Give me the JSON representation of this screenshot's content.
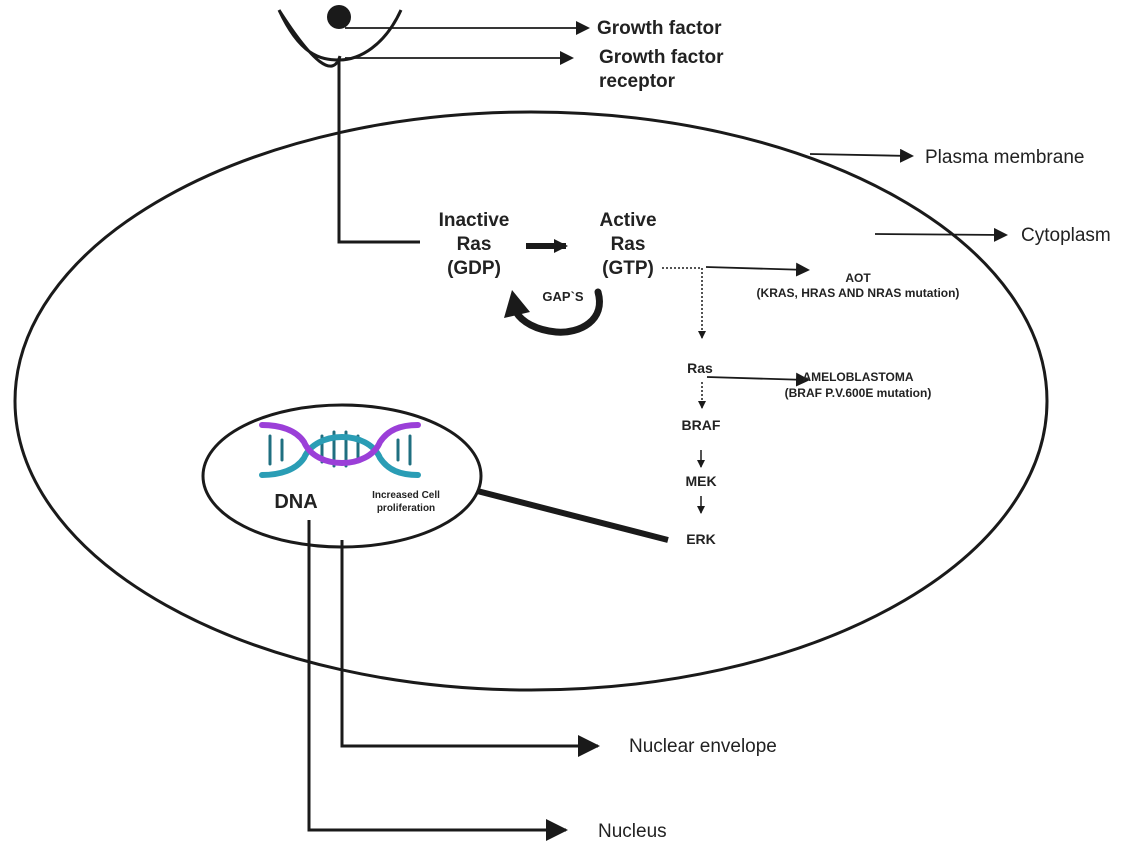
{
  "labels": {
    "growth_factor": "Growth factor",
    "growth_factor_receptor_line1": "Growth factor",
    "growth_factor_receptor_line2": "receptor",
    "plasma_membrane": "Plasma membrane",
    "cytoplasm": "Cytoplasm",
    "nuclear_envelope": "Nuclear envelope",
    "nucleus": "Nucleus"
  },
  "pathway": {
    "inactive_ras": [
      "Inactive",
      "Ras",
      "(GDP)"
    ],
    "active_ras": [
      "Active",
      "Ras",
      "(GTP)"
    ],
    "gaps": "GAP`S",
    "aot_title": "AOT",
    "aot_detail": "(KRAS, HRAS AND NRAS mutation)",
    "ras": "Ras",
    "ameloblastoma_title": "AMELOBLASTOMA",
    "ameloblastoma_detail": "(BRAF P.V.600E mutation)",
    "braf": "BRAF",
    "mek": "MEK",
    "erk": "ERK"
  },
  "nucleus": {
    "dna": "DNA",
    "outcome_line1": "Increased Cell",
    "outcome_line2": "proliferation"
  },
  "colors": {
    "stroke": "#1a1a1a",
    "dna_strand_purple": "#9b3fd8",
    "dna_strand_teal": "#2a9db5",
    "dna_rungs": "#1f6f80"
  }
}
